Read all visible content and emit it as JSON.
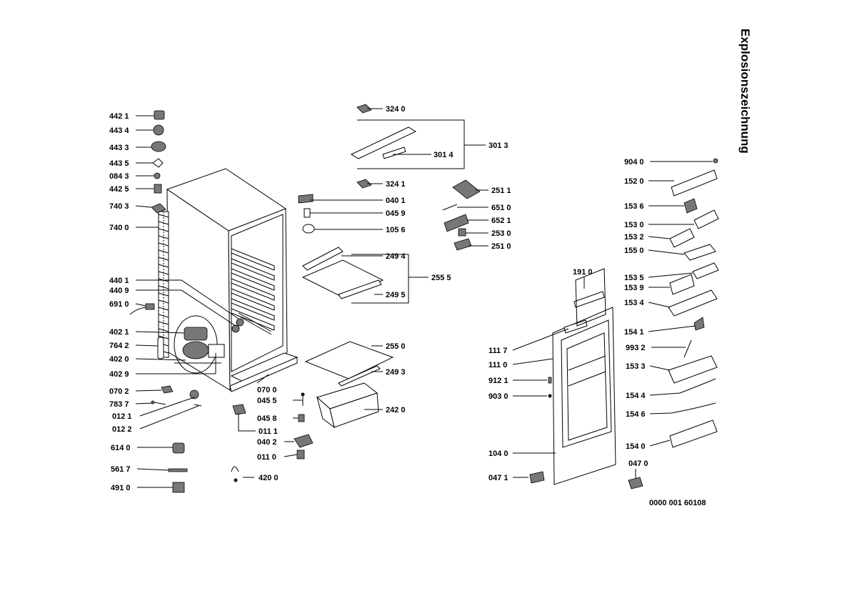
{
  "title": "Explosionszeichnung",
  "drawing_number": "0000 001 60108",
  "labels": {
    "p4421": "442 1",
    "p4434": "443 4",
    "p4433": "443 3",
    "p4435": "443 5",
    "p0843": "084 3",
    "p4425": "442 5",
    "p7403": "740 3",
    "p7400": "740 0",
    "p4401": "440 1",
    "p4409": "440 9",
    "p6910": "691 0",
    "p4021": "402 1",
    "p7642": "764 2",
    "p4020": "402 0",
    "p4029": "402 9",
    "p0702": "070 2",
    "p7837": "783 7",
    "p0121": "012 1",
    "p0122": "012 2",
    "p6140": "614 0",
    "p5617": "561 7",
    "p4910": "491 0",
    "p3240": "324 0",
    "p3013": "301 3",
    "p3014": "301 4",
    "p3241": "324 1",
    "p0401": "040 1",
    "p0459": "045 9",
    "p1056": "105 6",
    "p2494": "249 4",
    "p2555": "255 5",
    "p2495": "249 5",
    "p2550": "255 0",
    "p2493": "249 3",
    "p2420": "242 0",
    "p0700": "070 0",
    "p0455": "045 5",
    "p0458": "045 8",
    "p0111": "011 1",
    "p0402": "040 2",
    "p0110": "011 0",
    "p4200": "420 0",
    "p2511": "251 1",
    "p6510": "651 0",
    "p6521": "652 1",
    "p2530": "253 0",
    "p2510": "251 0",
    "p1910": "191 0",
    "p1117": "111 7",
    "p1110": "111 0",
    "p9121": "912 1",
    "p9030": "903 0",
    "p1040": "104 0",
    "p0471": "047 1",
    "p9040": "904 0",
    "p1520": "152 0",
    "p1536": "153 6",
    "p1530": "153 0",
    "p1532": "153 2",
    "p1550": "155 0",
    "p1535": "153 5",
    "p1539": "153 9",
    "p1534": "153 4",
    "p1541": "154 1",
    "p9932": "993 2",
    "p1533": "153 3",
    "p1544": "154 4",
    "p1546": "154 6",
    "p1540": "154 0",
    "p0470": "047 0"
  }
}
